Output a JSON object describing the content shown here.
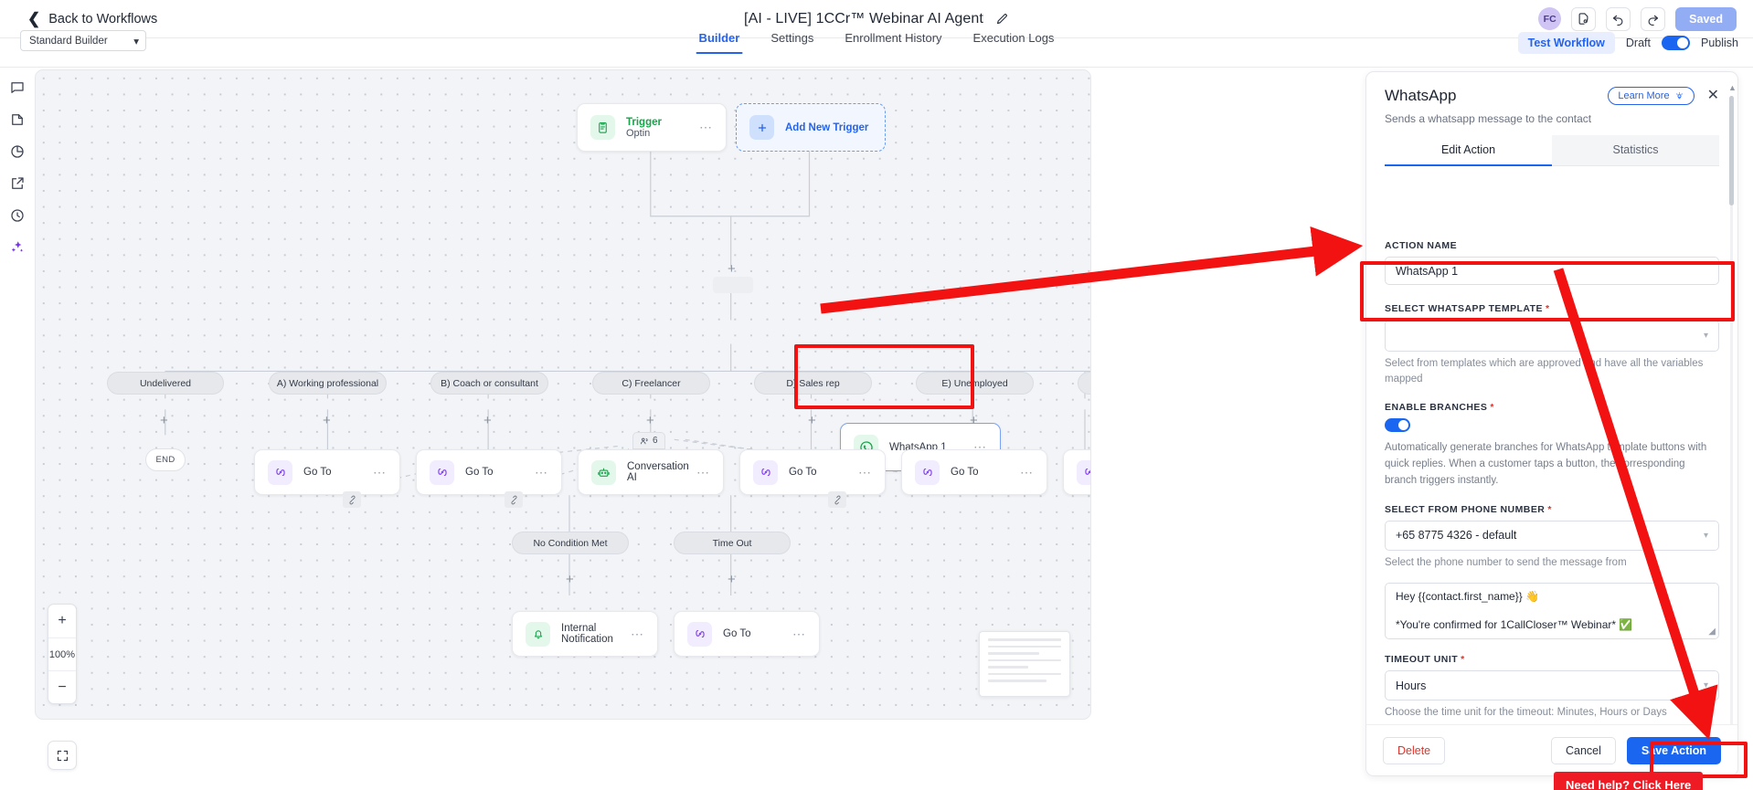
{
  "topbar": {
    "back_label": "Back to Workflows",
    "workflow_title": "[AI - LIVE] 1CCr™ Webinar AI Agent",
    "edit_icon": "pencil-icon",
    "avatar_initials": "FC",
    "history_icon": "document-refresh-icon",
    "undo_icon": "undo-icon",
    "redo_icon": "redo-icon",
    "saved_label": "Saved"
  },
  "subbar": {
    "builder_mode": "Standard Builder",
    "tabs": [
      {
        "label": "Builder",
        "active": true
      },
      {
        "label": "Settings",
        "active": false
      },
      {
        "label": "Enrollment History",
        "active": false
      },
      {
        "label": "Execution Logs",
        "active": false
      }
    ],
    "test_workflow": "Test Workflow",
    "draft_label": "Draft",
    "publish_label": "Publish",
    "toggle_state": "on"
  },
  "rail": {
    "items": [
      {
        "name": "chat-icon"
      },
      {
        "name": "file-icon"
      },
      {
        "name": "pie-chart-icon"
      },
      {
        "name": "external-link-icon"
      },
      {
        "name": "history-clock-icon"
      },
      {
        "name": "ai-sparkle-icon"
      }
    ]
  },
  "canvas": {
    "zoom_level": "100%",
    "zoom_in": "+",
    "zoom_out": "−",
    "fit_icon": "fit-to-screen-icon",
    "nodes": {
      "trigger": {
        "title": "Trigger",
        "subtitle": "Optin",
        "icon": "clipboard-icon"
      },
      "add_trigger": {
        "label": "Add New Trigger",
        "icon": "plus-icon"
      },
      "whatsapp": {
        "title": "WhatsApp 1",
        "icon": "whatsapp-icon"
      },
      "conversation_ai": {
        "title": "Conversation AI",
        "icon": "robot-icon",
        "badge_count": "6"
      }
    },
    "goto_label": "Go To",
    "internal_notification_label": "Internal Notification",
    "branch_pills": [
      "Undelivered",
      "A) Working professional",
      "B) Coach or consultant",
      "C) Freelancer",
      "D) Sales rep",
      "E) Unemployed"
    ],
    "end_label": "END",
    "lower_pills": [
      "No Condition Met",
      "Time Out"
    ]
  },
  "panel": {
    "title": "WhatsApp",
    "learn_more": "Learn More",
    "learn_more_icon": "lightbulb-icon",
    "close_icon": "close-icon",
    "subtitle": "Sends a whatsapp message to the contact",
    "tabs": [
      {
        "label": "Edit Action",
        "active": true
      },
      {
        "label": "Statistics",
        "active": false
      }
    ],
    "fields": {
      "action_name_label": "ACTION NAME",
      "action_name_value": "WhatsApp 1",
      "template_label": "SELECT WHATSAPP TEMPLATE",
      "template_value": "",
      "template_hint": "Select from templates which are approved and have all the variables mapped",
      "branches_label": "ENABLE BRANCHES",
      "branches_toggle": "on",
      "branches_desc": "Automatically generate branches for WhatsApp template buttons with quick replies. When a customer taps a button, the corresponding branch triggers instantly.",
      "phone_label": "SELECT FROM PHONE NUMBER",
      "phone_value": "+65 8775 4326 - default",
      "phone_hint": "Select the phone number to send the message from",
      "message_line1": "Hey {{contact.first_name}} 👋",
      "message_line2": "*You're confirmed for 1CallCloser™ Webinar* ✅",
      "timeout_label": "TIMEOUT UNIT",
      "timeout_value": "Hours",
      "timeout_hint": "Choose the time unit for the timeout: Minutes, Hours or Days"
    },
    "footer": {
      "delete": "Delete",
      "cancel": "Cancel",
      "save": "Save Action"
    }
  },
  "annotations": {
    "need_help": "Need help? Click Here",
    "highlight_color": "#f31212"
  }
}
